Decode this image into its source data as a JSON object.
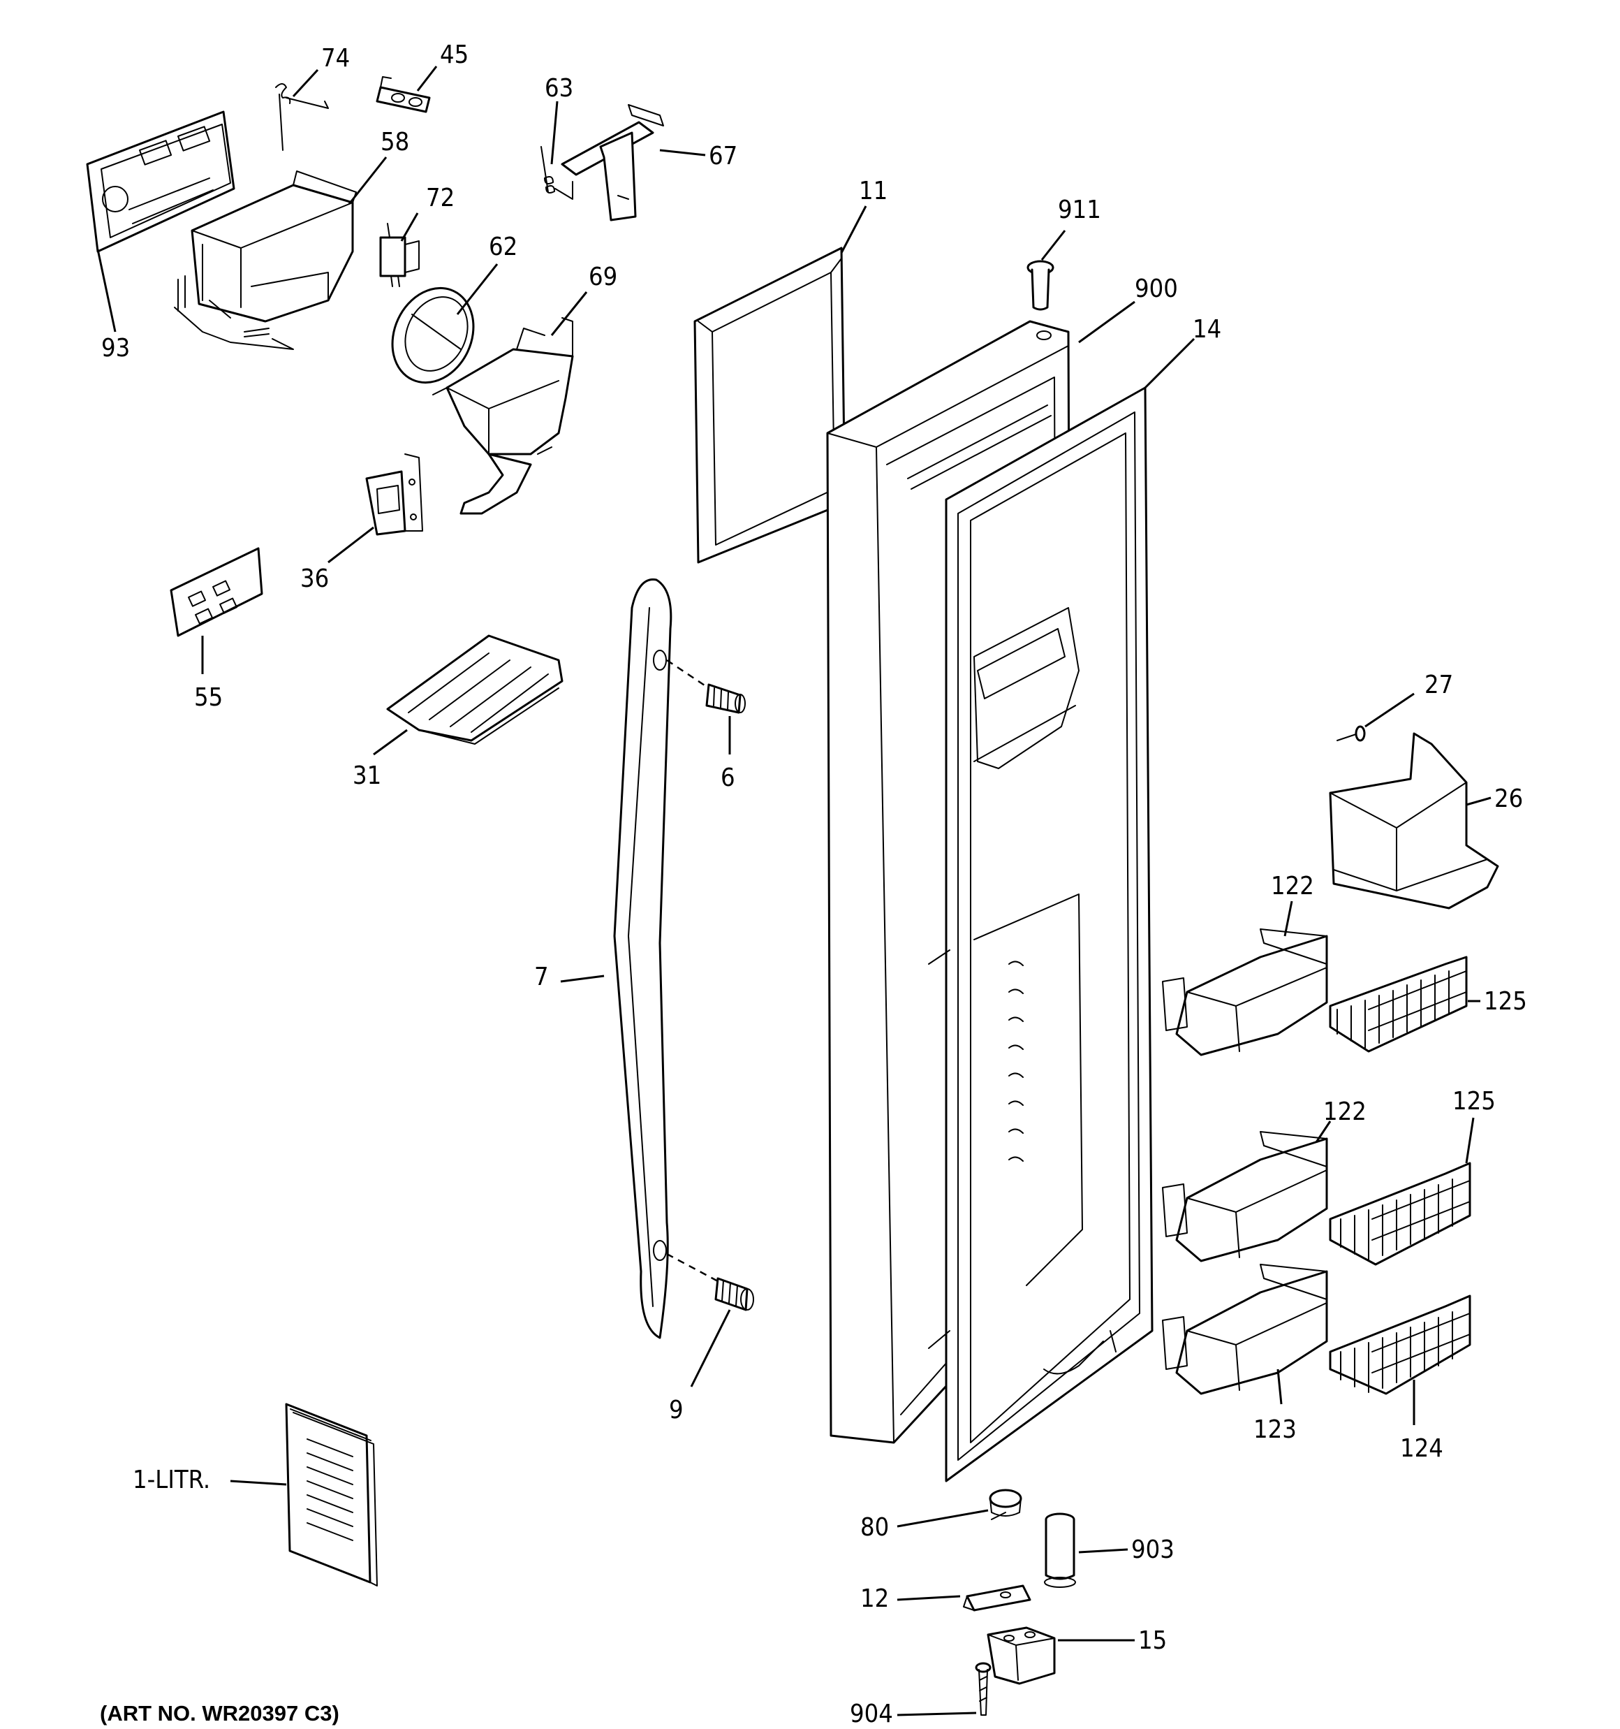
{
  "callouts": {
    "p74": "74",
    "p45": "45",
    "p63": "63",
    "p67": "67",
    "p58": "58",
    "p72": "72",
    "p93": "93",
    "p62": "62",
    "p69": "69",
    "p11": "11",
    "p911": "911",
    "p900": "900",
    "p14": "14",
    "p36": "36",
    "p55": "55",
    "p31": "31",
    "p6": "6",
    "p27": "27",
    "p26": "26",
    "p7": "7",
    "p122a": "122",
    "p125a": "125",
    "p125b": "125",
    "p122b": "122",
    "p9": "9",
    "p123": "123",
    "p124": "124",
    "p1litr": "1-LITR.",
    "p80": "80",
    "p903": "903",
    "p12": "12",
    "p15": "15",
    "p904": "904"
  },
  "art_number": "(ART NO. WR20397 C3)"
}
